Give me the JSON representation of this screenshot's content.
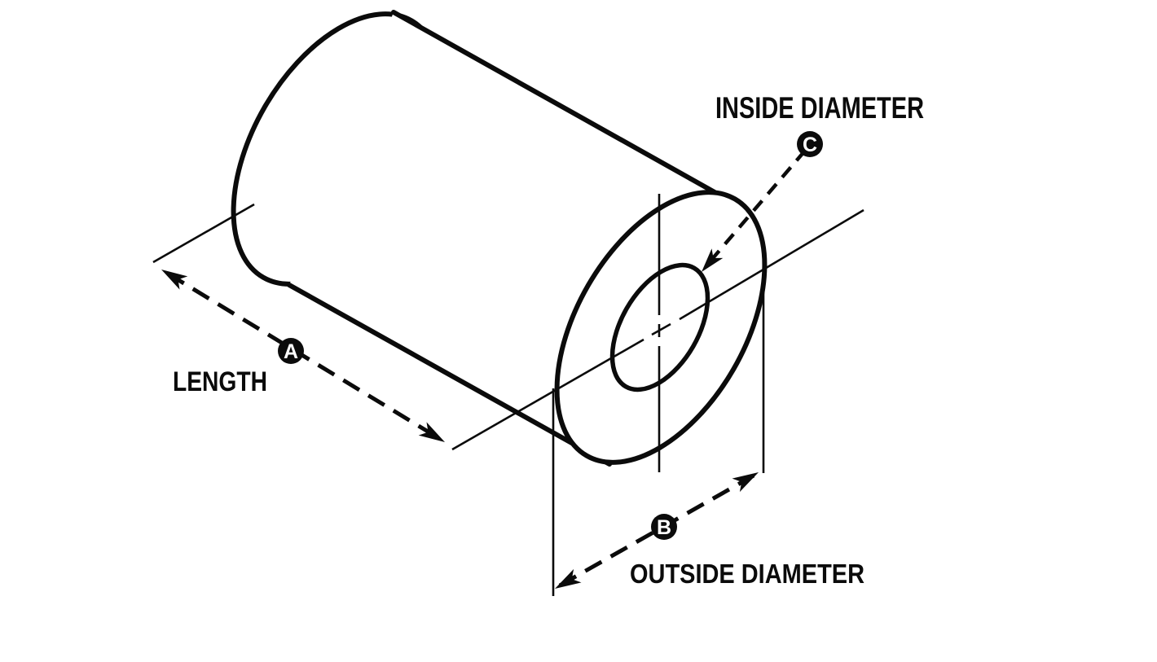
{
  "page": {
    "background": "#ffffff"
  },
  "diagram": {
    "name": "Cylinder bushing dimension diagram",
    "line_color": "#0b0b0b",
    "badge_fill": "#0b0b0b",
    "badge_text_color": "#ffffff",
    "labels": {
      "length": "LENGTH",
      "inside_diameter": "INSIDE DIAMETER",
      "outside_diameter": "OUTSIDE DIAMETER"
    },
    "badges": {
      "length": "A",
      "outside_diameter": "B",
      "inside_diameter": "C"
    }
  }
}
